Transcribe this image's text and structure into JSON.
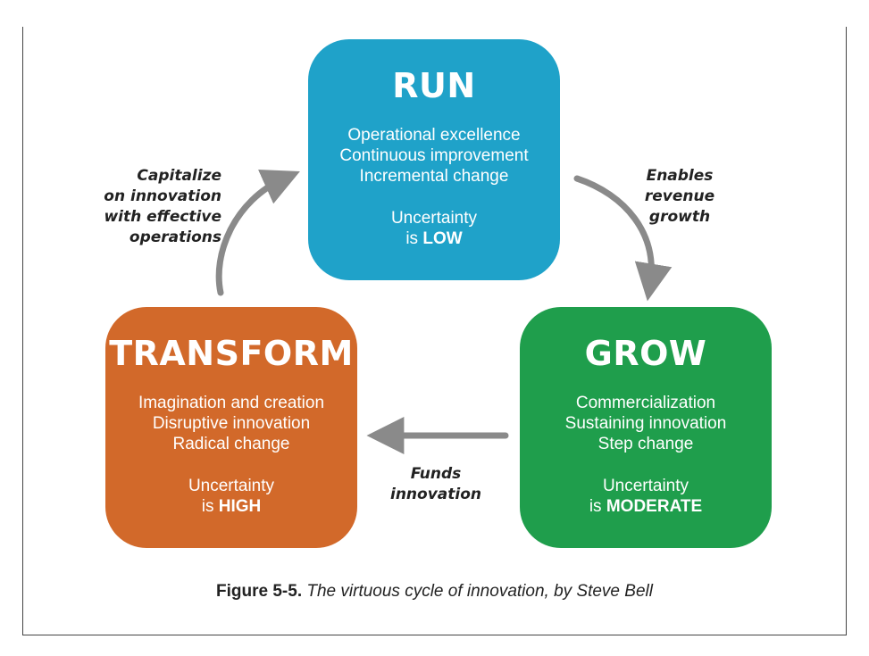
{
  "diagram": {
    "run": {
      "title": "RUN",
      "lines": [
        "Operational excellence",
        "Continuous improvement",
        "Incremental change"
      ],
      "uncertainty_line1": "Uncertainty",
      "uncertainty_prefix": "is",
      "uncertainty_level": "LOW",
      "color": "#1fa2c9"
    },
    "transform": {
      "title": "TRANSFORM",
      "lines": [
        "Imagination and creation",
        "Disruptive innovation",
        "Radical change"
      ],
      "uncertainty_line1": "Uncertainty",
      "uncertainty_prefix": "is",
      "uncertainty_level": "HIGH",
      "color": "#d2692a"
    },
    "grow": {
      "title": "GROW",
      "lines": [
        "Commercialization",
        "Sustaining innovation",
        "Step change"
      ],
      "uncertainty_line1": "Uncertainty",
      "uncertainty_prefix": "is",
      "uncertainty_level": "MODERATE",
      "color": "#1f9e4c"
    },
    "arrows": {
      "capitalize": [
        "Capitalize",
        "on innovation",
        "with effective",
        "operations"
      ],
      "enables": [
        "Enables",
        "revenue",
        "growth"
      ],
      "funds": [
        "Funds",
        "innovation"
      ],
      "arrow_color": "#8a8a8a"
    }
  },
  "caption": {
    "label": "Figure 5-5.",
    "text": "The virtuous cycle of innovation, by Steve Bell"
  }
}
